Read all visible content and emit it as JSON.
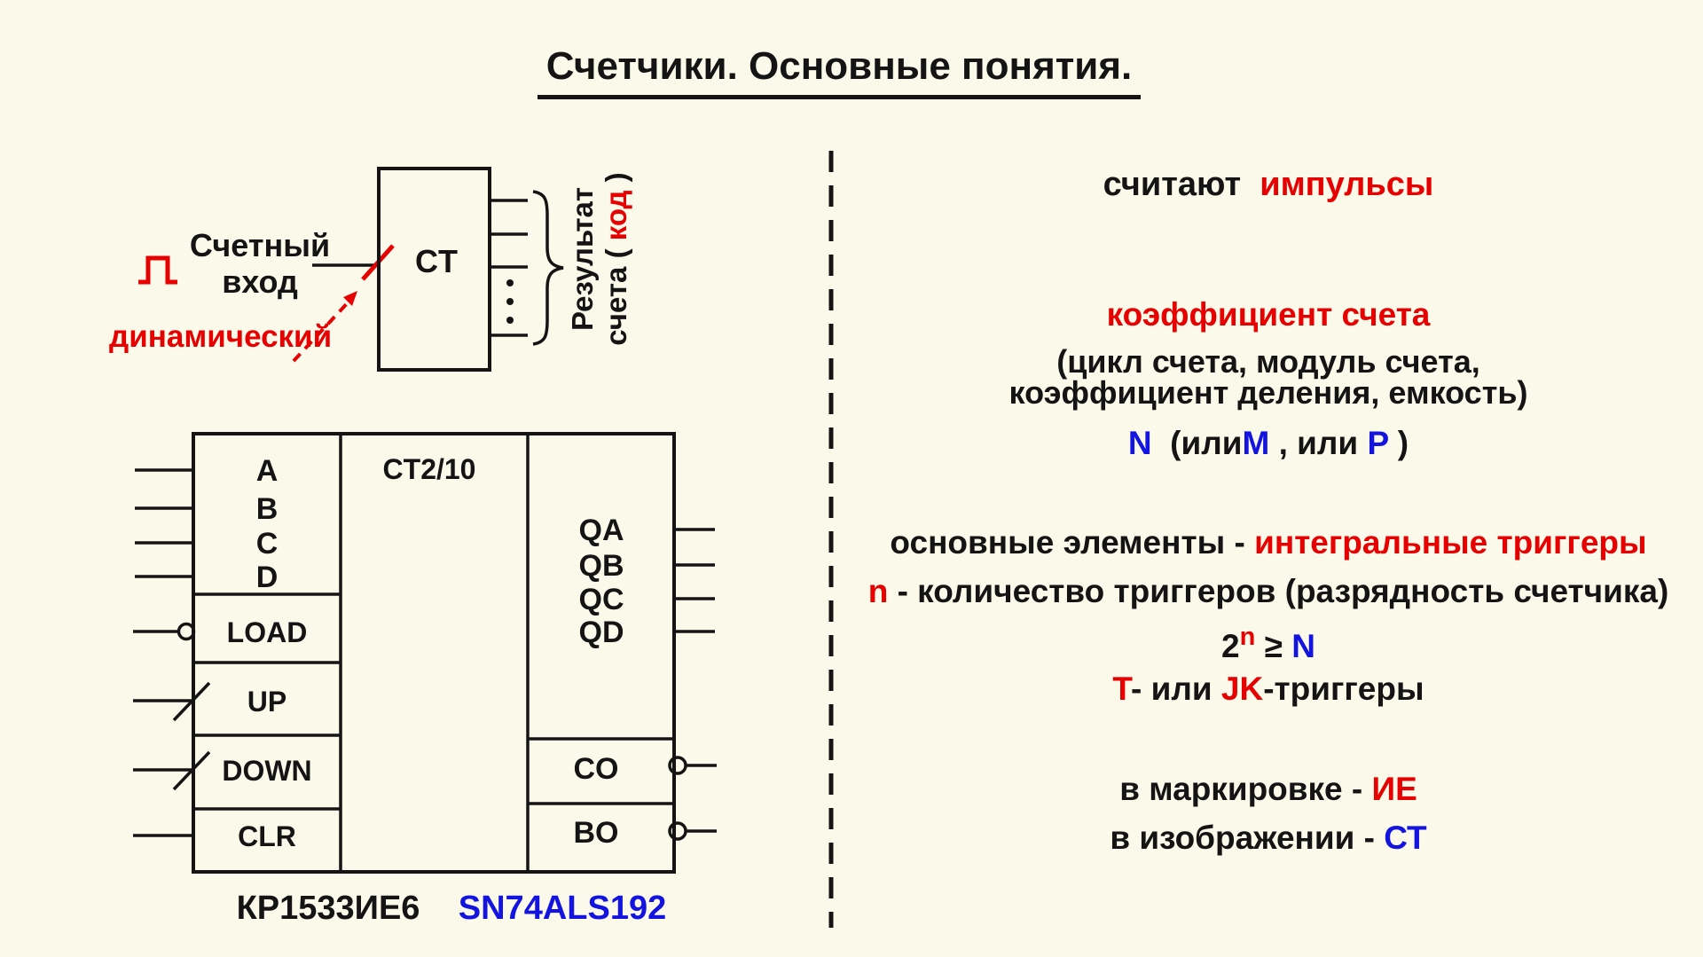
{
  "colors": {
    "background": "#FBFAEA",
    "text": "#141414",
    "red": "#E60000",
    "blue": "#1414E0"
  },
  "title": "Счетчики. Основные понятия.",
  "counter_diagram": {
    "block_label": "CT",
    "input_label_line1": "Счетный",
    "input_label_line2": "вход",
    "input_type_label": "динамический",
    "result_label_line1": "Результат",
    "result_label_line2": [
      {
        "t": "счета ( ",
        "c": "k"
      },
      {
        "t": "код",
        "c": "r"
      },
      {
        "t": " )",
        "c": "k"
      }
    ]
  },
  "ic_diagram": {
    "function_label": "CT2/10",
    "inputs": [
      "A",
      "B",
      "C",
      "D"
    ],
    "control_inputs": [
      "LOAD",
      "UP",
      "DOWN",
      "CLR"
    ],
    "outputs": [
      "QA",
      "QB",
      "QC",
      "QD"
    ],
    "carry_outputs": [
      "CO",
      "BO"
    ],
    "part_number_ru": "КР1533ИЕ6",
    "part_number_us": "SN74ALS192"
  },
  "notes": {
    "count_pulses": [
      {
        "t": "считают  ",
        "c": "k"
      },
      {
        "t": "импульсы",
        "c": "r"
      }
    ],
    "count_coefficient": [
      {
        "t": "коэффициент счета",
        "c": "r"
      }
    ],
    "synonyms_line1": [
      {
        "t": "(цикл счета, модуль счета,",
        "c": "k"
      }
    ],
    "synonyms_line2": [
      {
        "t": "коэффициент деления, емкость)",
        "c": "k"
      }
    ],
    "designations": [
      {
        "t": "N",
        "c": "b"
      },
      {
        "t": "  (или",
        "c": "k"
      },
      {
        "t": "M",
        "c": "b"
      },
      {
        "t": " , или ",
        "c": "k"
      },
      {
        "t": "P",
        "c": "b"
      },
      {
        "t": " )",
        "c": "k"
      }
    ],
    "basic_elements": [
      {
        "t": "основные элементы - ",
        "c": "k"
      },
      {
        "t": "интегральные триггеры",
        "c": "r"
      }
    ],
    "n_definition": [
      {
        "t": "n",
        "c": "r"
      },
      {
        "t": " - количество триггеров (разрядность счетчика)",
        "c": "k"
      }
    ],
    "formula": [
      {
        "t": "2",
        "c": "k"
      },
      {
        "t": "n",
        "c": "r",
        "s": true
      },
      {
        "t": " ≥ ",
        "c": "k"
      },
      {
        "t": "N",
        "c": "b"
      }
    ],
    "trigger_types": [
      {
        "t": "T",
        "c": "r"
      },
      {
        "t": "- или ",
        "c": "k"
      },
      {
        "t": "JK",
        "c": "r"
      },
      {
        "t": "-триггеры",
        "c": "k"
      }
    ],
    "marking": [
      {
        "t": "в маркировке - ",
        "c": "k"
      },
      {
        "t": "ИЕ",
        "c": "r"
      }
    ],
    "symbol": [
      {
        "t": "в изображении - ",
        "c": "k"
      },
      {
        "t": "СТ",
        "c": "b"
      }
    ]
  }
}
